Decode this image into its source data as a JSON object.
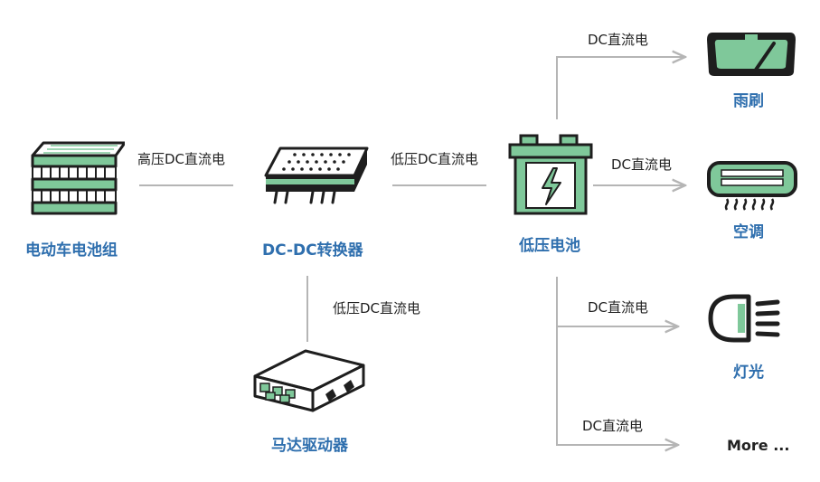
{
  "nodes": {
    "battery_pack": "电动车电池组",
    "dcdc": "DC-DC转换器",
    "lv_battery": "低压电池",
    "motor_driver": "马达驱动器",
    "wiper": "雨刷",
    "ac": "空调",
    "lights": "灯光",
    "more": "More ..."
  },
  "edges": {
    "pack_to_dcdc": "高压DC直流电",
    "dcdc_to_battery": "低压DC直流电",
    "dcdc_to_motor": "低压DC直流电",
    "to_wiper": "DC直流电",
    "to_ac": "DC直流电",
    "to_lights": "DC直流电",
    "to_more": "DC直流电"
  },
  "colors": {
    "accent_green": "#7fc89a",
    "label_blue": "#2f6fae",
    "outline": "#1e1e1e",
    "line": "#b5b5b5"
  }
}
